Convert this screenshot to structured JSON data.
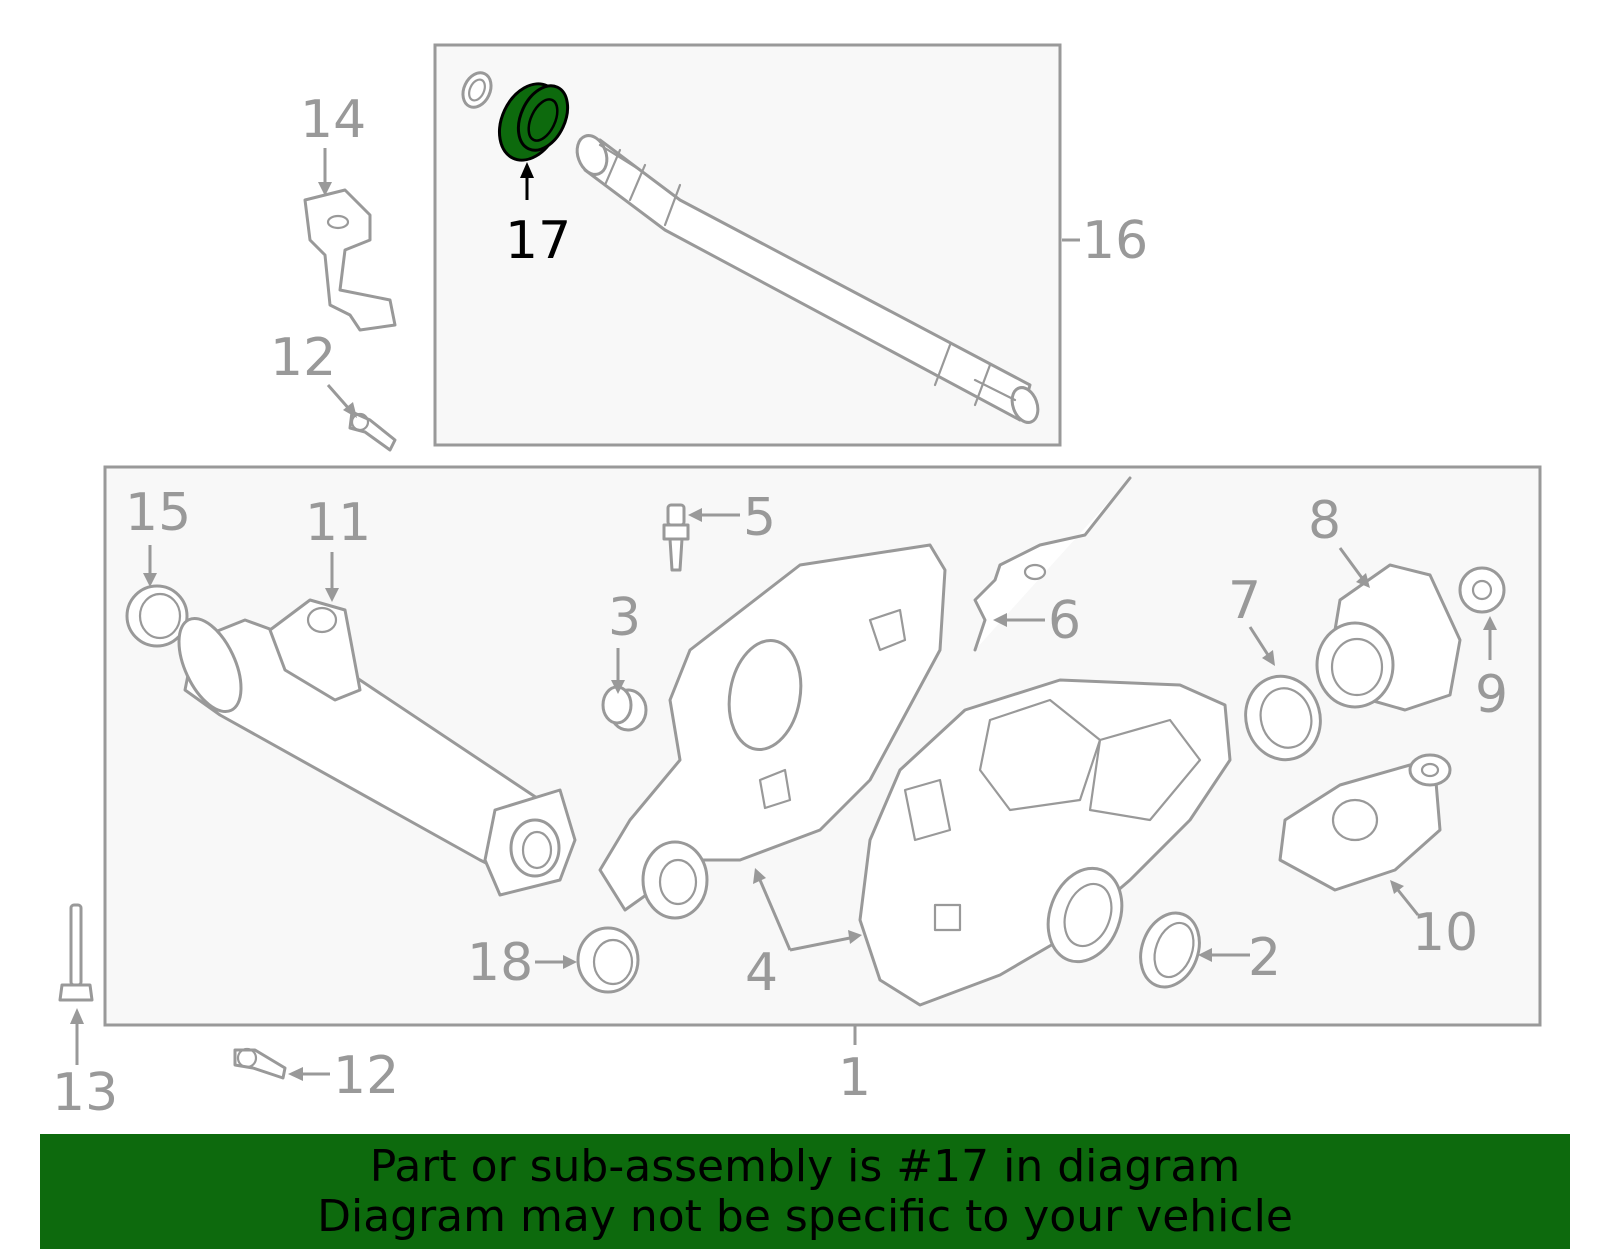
{
  "callouts": {
    "c1": "1",
    "c2": "2",
    "c3": "3",
    "c4": "4",
    "c5": "5",
    "c6": "6",
    "c7": "7",
    "c8": "8",
    "c9": "9",
    "c10": "10",
    "c11": "11",
    "c12a": "12",
    "c12b": "12",
    "c13": "13",
    "c14": "14",
    "c15": "15",
    "c16": "16",
    "c17": "17",
    "c18": "18"
  },
  "highlighted_part": "17",
  "colors": {
    "highlight": "#0d6a0d",
    "line": "#999999",
    "banner": "#0d6a0d"
  },
  "footer": {
    "line1": "Part or sub-assembly is #17 in diagram",
    "line2": "Diagram may not be specific to your vehicle"
  }
}
